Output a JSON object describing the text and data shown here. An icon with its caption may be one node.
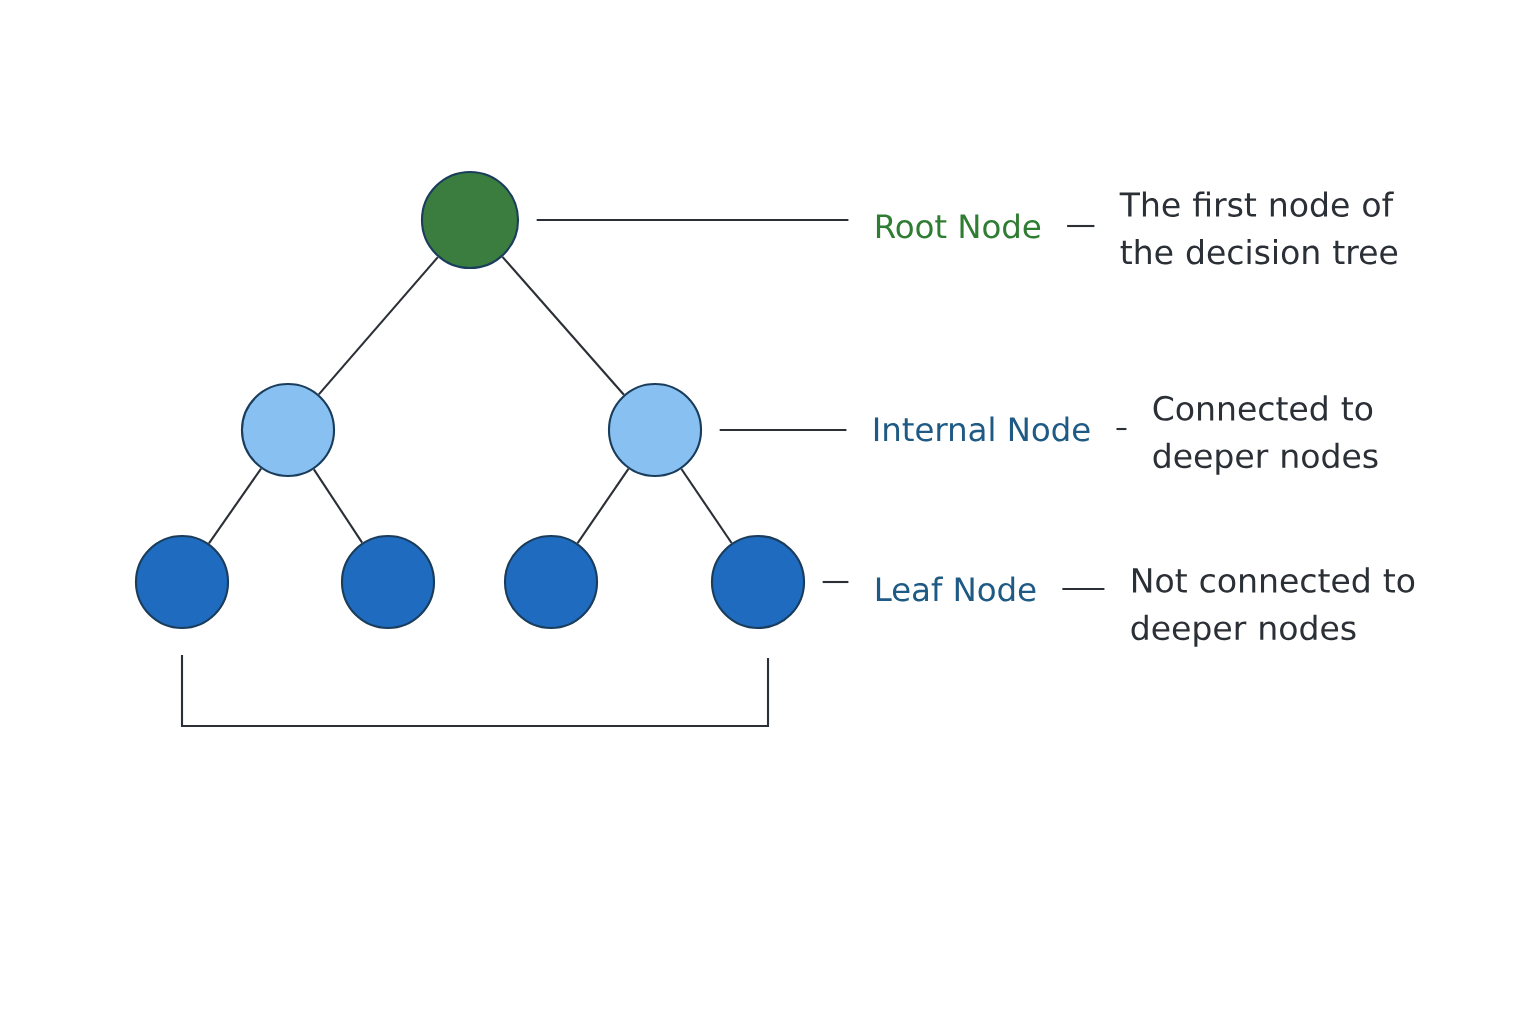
{
  "diagram": {
    "nodes": [
      {
        "text": [],
        "shape": "circle"
      },
      {
        "text": [],
        "shape": "circle"
      },
      {
        "text": [],
        "shape": "circle"
      },
      {
        "text": [],
        "shape": "circle"
      },
      {
        "text": [],
        "shape": "circle"
      },
      {
        "text": [],
        "shape": "circle"
      },
      {
        "text": [],
        "shape": "circle"
      },
      {
        "text": [
          "Root Node"
        ]
      },
      {
        "text": [
          "The first node of the decision tree"
        ]
      },
      {
        "text": [
          "Internal Node"
        ]
      },
      {
        "text": [
          "Connected to deeper nodes"
        ]
      },
      {
        "text": [
          "Leaf Node"
        ]
      },
      {
        "text": [
          "Not connected to deeper nodes"
        ]
      }
    ],
    "edges": [
      {
        "from": 0,
        "to": 1,
        "arrow": "none"
      },
      {
        "from": 0,
        "to": 2,
        "arrow": "none"
      },
      {
        "from": 1,
        "to": 3,
        "arrow": "none"
      },
      {
        "from": 1,
        "to": 4,
        "arrow": "none"
      },
      {
        "from": 2,
        "to": 5,
        "arrow": "none"
      },
      {
        "from": 2,
        "to": 6,
        "arrow": "none"
      },
      {
        "from": 0,
        "to": 7,
        "arrow": "none"
      },
      {
        "from": 7,
        "to": 8,
        "arrow": "none"
      },
      {
        "from": 2,
        "to": 9,
        "arrow": "none"
      },
      {
        "from": 9,
        "to": 10,
        "arrow": "none"
      },
      {
        "from": 6,
        "to": 11,
        "arrow": "none"
      },
      {
        "from": 11,
        "to": 12,
        "arrow": "none"
      }
    ]
  }
}
